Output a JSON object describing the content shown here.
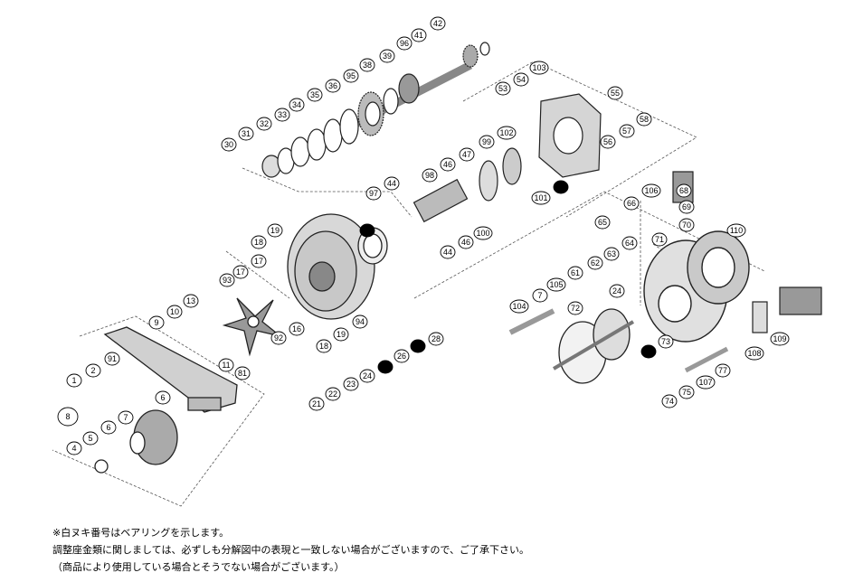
{
  "diagram": {
    "callouts": [
      {
        "label": "42",
        "inverted": false
      },
      {
        "label": "41",
        "inverted": false
      },
      {
        "label": "96",
        "inverted": false
      },
      {
        "label": "39",
        "inverted": false
      },
      {
        "label": "38",
        "inverted": false
      },
      {
        "label": "95",
        "inverted": false
      },
      {
        "label": "36",
        "inverted": false
      },
      {
        "label": "35",
        "inverted": false
      },
      {
        "label": "34",
        "inverted": false
      },
      {
        "label": "33",
        "inverted": false
      },
      {
        "label": "32",
        "inverted": false
      },
      {
        "label": "31",
        "inverted": false
      },
      {
        "label": "30",
        "inverted": false
      },
      {
        "label": "103",
        "inverted": false
      },
      {
        "label": "54",
        "inverted": false
      },
      {
        "label": "53",
        "inverted": false
      },
      {
        "label": "55",
        "inverted": false
      },
      {
        "label": "58",
        "inverted": false
      },
      {
        "label": "57",
        "inverted": false
      },
      {
        "label": "56",
        "inverted": false
      },
      {
        "label": "102",
        "inverted": false
      },
      {
        "label": "99",
        "inverted": false
      },
      {
        "label": "47",
        "inverted": false
      },
      {
        "label": "46",
        "inverted": false
      },
      {
        "label": "98",
        "inverted": false
      },
      {
        "label": "44",
        "inverted": false
      },
      {
        "label": "97",
        "inverted": false
      },
      {
        "label": "52",
        "inverted": true
      },
      {
        "label": "101",
        "inverted": false
      },
      {
        "label": "29",
        "inverted": true
      },
      {
        "label": "100",
        "inverted": false
      },
      {
        "label": "46",
        "inverted": false
      },
      {
        "label": "44",
        "inverted": false
      },
      {
        "label": "19",
        "inverted": false
      },
      {
        "label": "18",
        "inverted": false
      },
      {
        "label": "17",
        "inverted": false
      },
      {
        "label": "17",
        "inverted": false
      },
      {
        "label": "93",
        "inverted": false
      },
      {
        "label": "13",
        "inverted": false
      },
      {
        "label": "10",
        "inverted": false
      },
      {
        "label": "9",
        "inverted": false
      },
      {
        "label": "16",
        "inverted": false
      },
      {
        "label": "94",
        "inverted": false
      },
      {
        "label": "18",
        "inverted": false
      },
      {
        "label": "19",
        "inverted": false
      },
      {
        "label": "92",
        "inverted": false
      },
      {
        "label": "11",
        "inverted": false
      },
      {
        "label": "81",
        "inverted": false
      },
      {
        "label": "91",
        "inverted": false
      },
      {
        "label": "2",
        "inverted": false
      },
      {
        "label": "1",
        "inverted": false
      },
      {
        "label": "6",
        "inverted": false
      },
      {
        "label": "8",
        "inverted": false
      },
      {
        "label": "7",
        "inverted": false
      },
      {
        "label": "6",
        "inverted": false
      },
      {
        "label": "5",
        "inverted": false
      },
      {
        "label": "4",
        "inverted": false
      },
      {
        "label": "28",
        "inverted": false
      },
      {
        "label": "27",
        "inverted": true
      },
      {
        "label": "26",
        "inverted": false
      },
      {
        "label": "25",
        "inverted": true
      },
      {
        "label": "24",
        "inverted": false
      },
      {
        "label": "23",
        "inverted": false
      },
      {
        "label": "22",
        "inverted": false
      },
      {
        "label": "21",
        "inverted": false
      },
      {
        "label": "106",
        "inverted": false
      },
      {
        "label": "66",
        "inverted": false
      },
      {
        "label": "65",
        "inverted": false
      },
      {
        "label": "64",
        "inverted": false
      },
      {
        "label": "63",
        "inverted": false
      },
      {
        "label": "62",
        "inverted": false
      },
      {
        "label": "61",
        "inverted": false
      },
      {
        "label": "105",
        "inverted": false
      },
      {
        "label": "7",
        "inverted": false
      },
      {
        "label": "104",
        "inverted": false
      },
      {
        "label": "72",
        "inverted": false
      },
      {
        "label": "24",
        "inverted": false
      },
      {
        "label": "25",
        "inverted": true
      },
      {
        "label": "73",
        "inverted": false
      },
      {
        "label": "68",
        "inverted": false
      },
      {
        "label": "69",
        "inverted": false
      },
      {
        "label": "70",
        "inverted": false
      },
      {
        "label": "71",
        "inverted": false
      },
      {
        "label": "110",
        "inverted": false
      },
      {
        "label": "108",
        "inverted": false
      },
      {
        "label": "109",
        "inverted": false
      },
      {
        "label": "77",
        "inverted": false
      },
      {
        "label": "107",
        "inverted": false
      },
      {
        "label": "75",
        "inverted": false
      },
      {
        "label": "74",
        "inverted": false
      }
    ]
  },
  "notes": {
    "line1": "※白ヌキ番号はベアリングを示します。",
    "line2": "調整座金類に関しましては、必ずしも分解図中の表現と一致しない場合がございますので、ご了承下さい。",
    "line3": "（商品により使用している場合とそうでない場合がございます。）"
  }
}
